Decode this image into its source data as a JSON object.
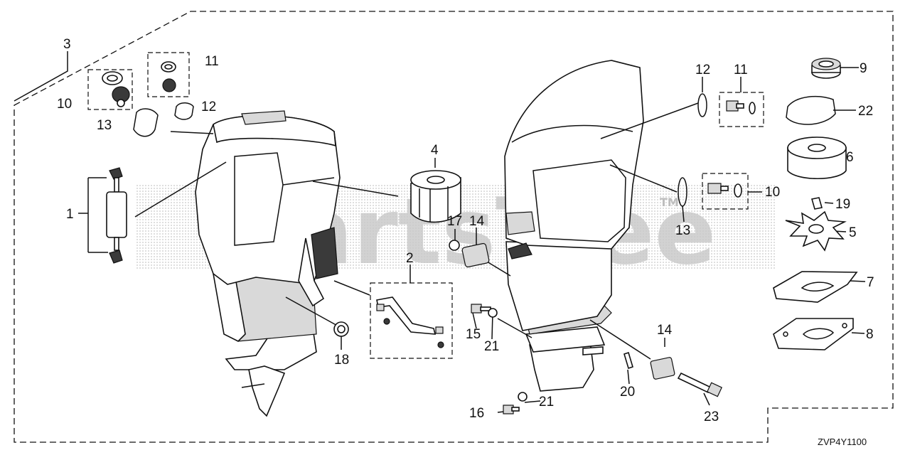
{
  "diagram_code": "ZVP4Y1100",
  "watermark": {
    "brand": "PartsTree",
    "trademark": "TM"
  },
  "callouts": {
    "c1": "1",
    "c2": "2",
    "c3": "3",
    "c4": "4",
    "c5": "5",
    "c6": "6",
    "c7": "7",
    "c8": "8",
    "c9": "9",
    "c10a": "10",
    "c10b": "10",
    "c11a": "11",
    "c11b": "11",
    "c12a": "12",
    "c12b": "12",
    "c13a": "13",
    "c13b": "13",
    "c14a": "14",
    "c14b": "14",
    "c15": "15",
    "c16": "16",
    "c17": "17",
    "c18": "18",
    "c19": "19",
    "c20": "20",
    "c21a": "21",
    "c21b": "21",
    "c22": "22",
    "c23": "23"
  }
}
